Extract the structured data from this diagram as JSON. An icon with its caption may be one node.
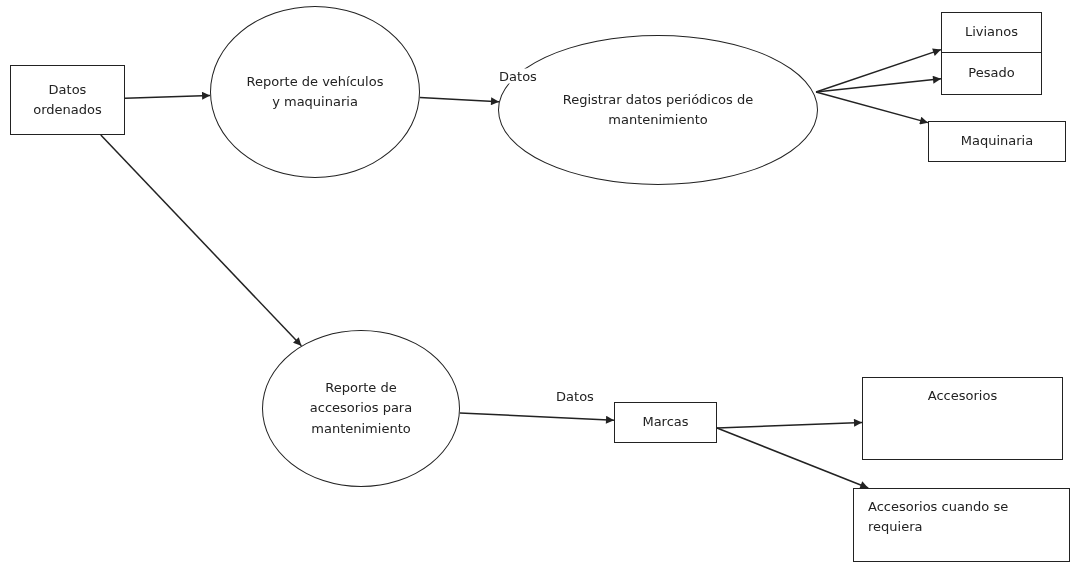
{
  "diagram": {
    "nodes": [
      {
        "text": [
          "Datos ordenados"
        ]
      },
      {
        "text": [
          "Reporte de vehículos y maquinaria"
        ]
      },
      {
        "text": [
          "Registrar datos periódicos de mantenimiento"
        ]
      },
      {
        "text": [
          "Livianos"
        ]
      },
      {
        "text": [
          "Pesado"
        ]
      },
      {
        "text": [
          "Maquinaria"
        ]
      },
      {
        "text": [
          "Reporte de accesorios para mantenimiento"
        ]
      },
      {
        "text": [
          "Marcas"
        ]
      },
      {
        "text": [
          "Accesorios"
        ]
      },
      {
        "text": [
          "Accesorios cuando se requiera"
        ]
      }
    ],
    "edges": [
      {
        "from": 0,
        "to": 1,
        "arrow": "to"
      },
      {
        "from": 1,
        "to": 2,
        "arrow": "to",
        "label": "Datos"
      },
      {
        "from": 2,
        "to": 3,
        "arrow": "to"
      },
      {
        "from": 2,
        "to": 4,
        "arrow": "to"
      },
      {
        "from": 2,
        "to": 5,
        "arrow": "to"
      },
      {
        "from": 0,
        "to": 6,
        "arrow": "to"
      },
      {
        "from": 6,
        "to": 7,
        "arrow": "to",
        "label": "Datos"
      },
      {
        "from": 7,
        "to": 8,
        "arrow": "to"
      },
      {
        "from": 7,
        "to": 9,
        "arrow": "to"
      }
    ]
  }
}
